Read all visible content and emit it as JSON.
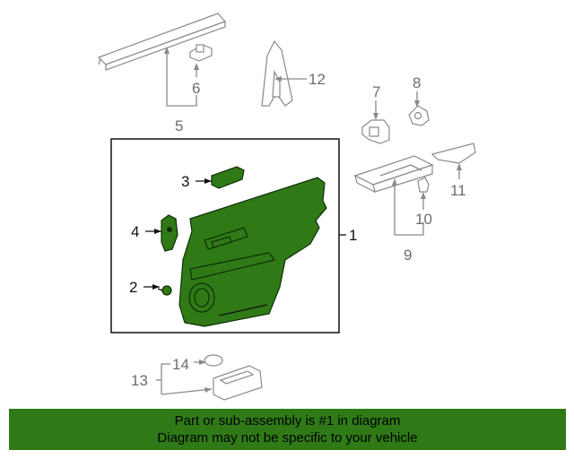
{
  "diagram": {
    "callouts": {
      "c1": "1",
      "c2": "2",
      "c3": "3",
      "c4": "4",
      "c5": "5",
      "c6": "6",
      "c7": "7",
      "c8": "8",
      "c9": "9",
      "c10": "10",
      "c11": "11",
      "c12": "12",
      "c13": "13",
      "c14": "14"
    },
    "colors": {
      "highlight": "#2f7a17",
      "outline": "#8a8a8a",
      "box": "#111111"
    }
  },
  "banner": {
    "line1": "Part or sub-assembly is #1 in diagram",
    "line2": "Diagram may not be specific to your vehicle"
  }
}
